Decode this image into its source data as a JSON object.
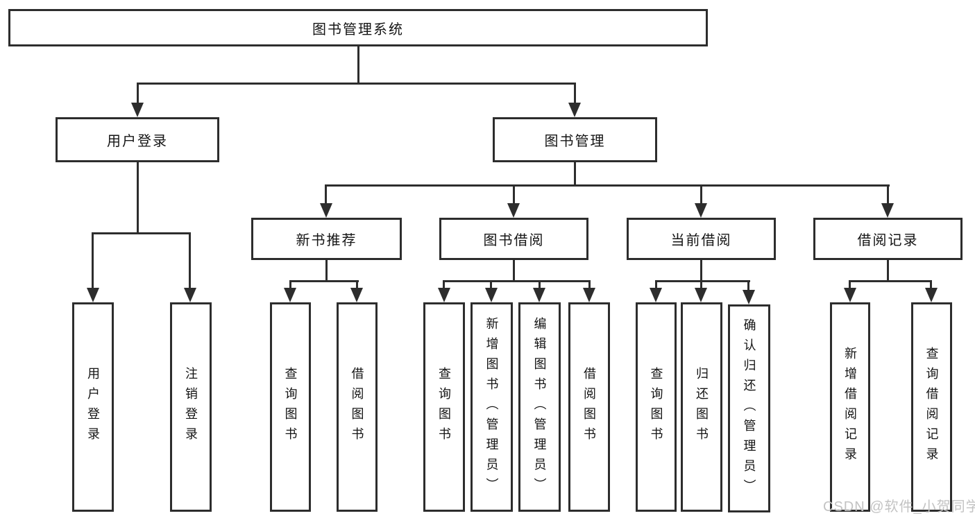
{
  "tree": {
    "root": {
      "label": "图书管理系统",
      "children": [
        {
          "label": "用户登录",
          "children": [
            {
              "label": "用户登录"
            },
            {
              "label": "注销登录"
            }
          ]
        },
        {
          "label": "图书管理",
          "children": [
            {
              "label": "新书推荐",
              "children": [
                {
                  "label": "查询图书"
                },
                {
                  "label": "借阅图书"
                }
              ]
            },
            {
              "label": "图书借阅",
              "children": [
                {
                  "label": "查询图书"
                },
                {
                  "label": "新增图书（管理员）"
                },
                {
                  "label": "编辑图书（管理员）"
                },
                {
                  "label": "借阅图书"
                }
              ]
            },
            {
              "label": "当前借阅",
              "children": [
                {
                  "label": "查询图书"
                },
                {
                  "label": "归还图书"
                },
                {
                  "label": "确认归还（管理员）"
                }
              ]
            },
            {
              "label": "借阅记录",
              "children": [
                {
                  "label": "新增借阅记录"
                },
                {
                  "label": "查询借阅记录"
                }
              ]
            }
          ]
        }
      ]
    }
  },
  "watermark": "CSDN @软件_小贺同学",
  "colors": {
    "line": "#2d2d2d",
    "box-border": "#2d2d2d",
    "text": "#141414",
    "watermark": "#c3c3c3",
    "background": "#ffffff"
  }
}
